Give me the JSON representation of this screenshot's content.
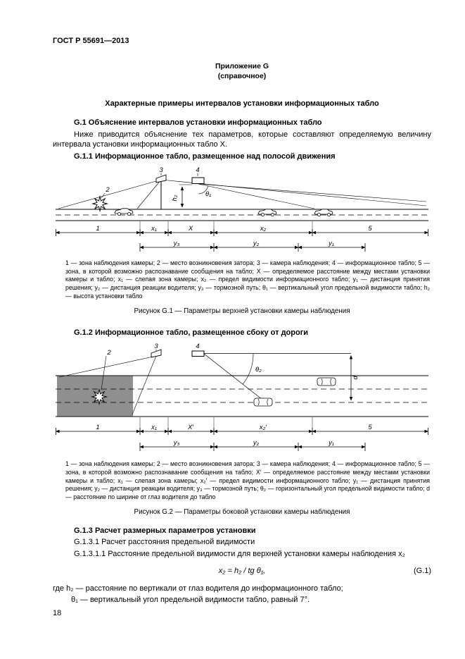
{
  "header": {
    "doc_number": "ГОСТ Р 55691—2013"
  },
  "appendix": {
    "line1": "Приложение G",
    "line2": "(справочное)"
  },
  "title": "Характерные примеры интервалов установки информационных табло",
  "g1": {
    "heading": "G.1 Объяснение интервалов установки информационных табло",
    "paragraph": "Ниже приводится объяснение тех параметров, которые составляют определяемую величину интервала установки информационных табло X.",
    "g11_heading": "G.1.1 Информационное табло, размещенное над полосой движения",
    "g12_heading": "G.1.2 Информационное табло, размещенное сбоку от дороги"
  },
  "figure1": {
    "labels": {
      "zone1": "1",
      "jam2": "2",
      "camera3": "3",
      "board4": "4",
      "zone5": "5",
      "x1": "x₁",
      "X": "X",
      "x2": "x₂",
      "y1": "y₁",
      "y2": "y₂",
      "y3": "y₃",
      "h2": "h₂",
      "theta1": "θ₁"
    },
    "legend": "1 — зона наблюдения камеры; 2 — место возникновения затора; 3 — камера наблюдения; 4 — информационное табло; 5 — зона, в которой возможно распознавание сообщения на табло; X — определяемое расстояние между местами установки камеры и табло; x₁ — слепая зона камеры; x₂ — предел видимости информационного табло; y₁ — дистанция принятия решения; y₂ — дистанция реакции водителя; y₃ — тормозной путь; θ₁ — вертикальный угол предельной видимости табло; h₂ — высота установки табло",
    "caption": "Рисунок G.1 — Параметры верхней установки камеры наблюдения"
  },
  "figure2": {
    "labels": {
      "zone1": "1",
      "jam2": "2",
      "camera3": "3",
      "board4": "4",
      "zone5": "5",
      "x1": "x₁",
      "Xp": "X′",
      "x2p": "x₂′",
      "y1": "y₁",
      "y2": "y₂",
      "y3": "y₃",
      "d": "d",
      "theta2": "θ₂"
    },
    "legend": "1 — зона наблюдения камеры; 2 — место возникновения затора; 3 — камера наблюдения; 4 — информационное табло; 5 — зона, в которой возможно распознавание сообщения на табло; X′ — определяемое расстояние между местами установки камеры и табло; x₁ — слепая зона камеры; x₂′ — предел видимости информационного табло; y₁ — дистанция принятия решения; y₂ — дистанция реакции водителя; y₃ — тормозной путь; θ₂ — горизонтальный угол предельной видимости табло; d — расстояние по ширине от глаз водителя до табло",
    "caption": "Рисунок G.2 — Параметры боковой установки камеры наблюдения"
  },
  "g13": {
    "heading": "G.1.3 Расчет размерных параметров установки",
    "sub1": "G.1.3.1 Расчет расстояния предельной видимости",
    "sub2": "G.1.3.1.1 Расстояние предельной видимости для верхней установки камеры наблюдения x₂",
    "formula": "x₂ = h₂ / tg θ₁,",
    "formula_number": "(G.1)",
    "where1": "где h₂ — расстояние по вертикали от глаз водителя до информационного табло;",
    "where2": "θ₁ — вертикальный угол предельной видимости табло, равный 7°."
  },
  "footer": {
    "page_number": "18"
  }
}
